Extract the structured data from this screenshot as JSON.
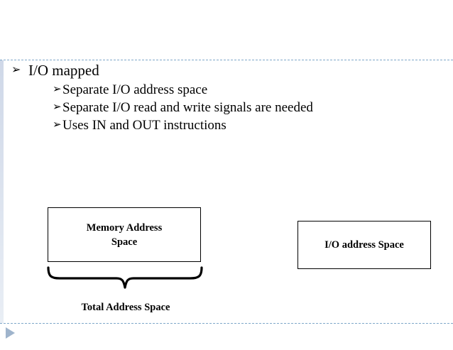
{
  "slide": {
    "bullets": [
      {
        "level": 1,
        "text": "I/O mapped",
        "marker": "➢"
      },
      {
        "level": 2,
        "text": "Separate I/O address space",
        "marker": "➢"
      },
      {
        "level": 2,
        "text": "Separate I/O read and write signals are needed",
        "marker": "➢"
      },
      {
        "level": 2,
        "text": "Uses IN and OUT instructions",
        "marker": "➢"
      }
    ],
    "diagram": {
      "memory_box_line1": "Memory Address",
      "memory_box_line2": "Space",
      "io_box_label": "I/O address Space",
      "total_caption": "Total Address Space"
    },
    "colors": {
      "rule": "#7fa8c9",
      "accent_strip_top": "#cfd8e8",
      "accent_strip_bottom": "#e9eef5",
      "nav_triangle": "#9fb4cc",
      "text": "#000000",
      "background": "#ffffff"
    }
  }
}
